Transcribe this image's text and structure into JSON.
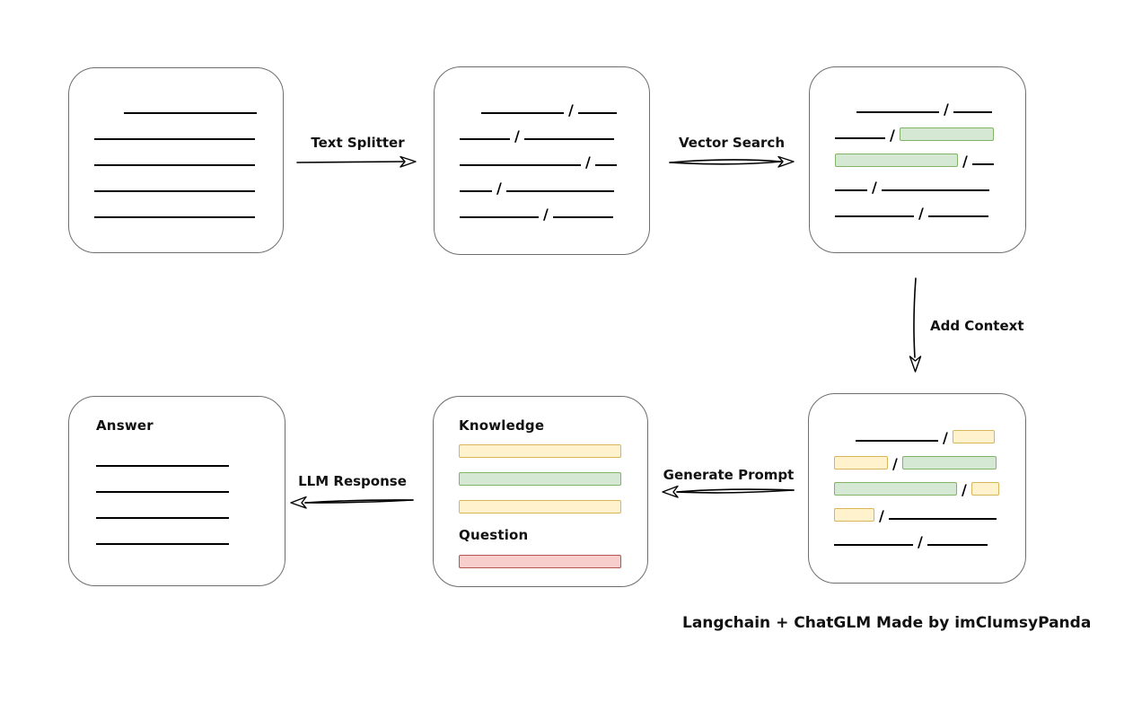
{
  "page": {
    "footer": "Langchain + ChatGLM Made by imClumsyPanda"
  },
  "colors": {
    "green_fill": "#d5e8d4",
    "green_border": "#82b366",
    "yellow_fill": "#fff2cc",
    "yellow_border": "#d6b656",
    "red_fill": "#f8cecc",
    "red_border": "#b85450",
    "box_border": "#6e6e6e",
    "line_color": "#000000"
  },
  "arrows": {
    "text_splitter": "Text Splitter",
    "vector_search": "Vector Search",
    "add_context": "Add Context",
    "generate_prompt": "Generate Prompt",
    "llm_response": "LLM Response"
  },
  "boxes": {
    "source_document": {
      "rows": [
        [
          "indent-33",
          "line-148"
        ],
        [
          "line-179"
        ],
        [
          "line-179"
        ],
        [
          "line-179"
        ],
        [
          "line-179"
        ]
      ]
    },
    "split_text": {
      "rows": [
        [
          "indent-24",
          "line-92",
          "slash",
          "line-43"
        ],
        [
          "line-56",
          "slash",
          "line-100"
        ],
        [
          "line-135",
          "slash",
          "line-24"
        ],
        [
          "line-36",
          "slash",
          "line-120"
        ],
        [
          "line-88",
          "slash",
          "line-67"
        ]
      ]
    },
    "matched_chunks": {
      "rows": [
        [
          "indent-24",
          "line-92",
          "slash",
          "line-43"
        ],
        [
          "line-56",
          "slash",
          "green-105"
        ],
        [
          "green-137",
          "slash",
          "line-24"
        ],
        [
          "line-36",
          "slash",
          "line-120"
        ],
        [
          "line-88",
          "slash",
          "line-67"
        ]
      ]
    },
    "context_chunks": {
      "rows": [
        [
          "indent-24",
          "line-92",
          "slash",
          "yellow-47"
        ],
        [
          "yellow-60",
          "slash",
          "green-105"
        ],
        [
          "green-137",
          "slash",
          "yellow-31"
        ],
        [
          "yellow-45",
          "slash",
          "line-120"
        ],
        [
          "line-88",
          "slash",
          "line-67"
        ]
      ]
    },
    "prompt": {
      "knowledge_label": "Knowledge",
      "question_label": "Question",
      "knowledge_bars": [
        [
          "yellow-181"
        ],
        [
          "green-181"
        ],
        [
          "yellow-181"
        ]
      ],
      "question_bars": [
        [
          "red-181"
        ]
      ]
    },
    "answer": {
      "label": "Answer",
      "rows": [
        [
          "line-148"
        ],
        [
          "line-148"
        ],
        [
          "line-148"
        ],
        [
          "line-148"
        ]
      ]
    }
  }
}
